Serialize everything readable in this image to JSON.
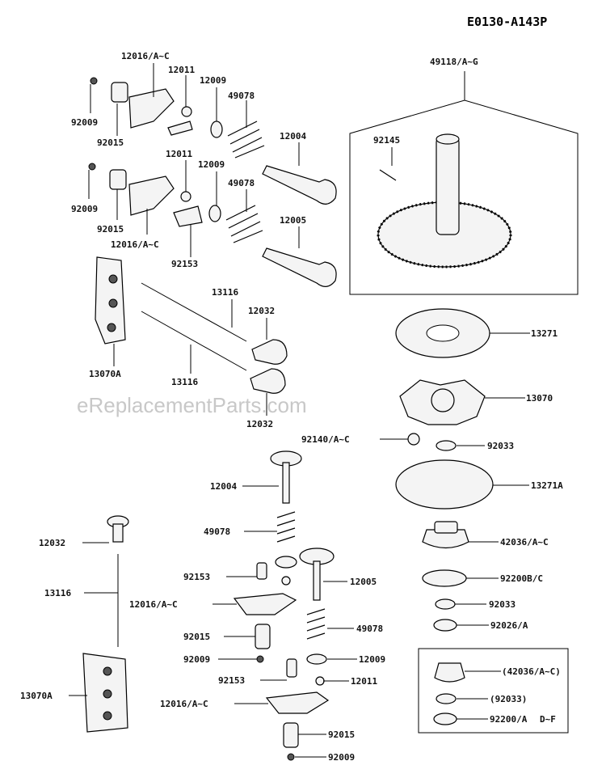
{
  "diagram_code": "E0130-A143P",
  "watermark": "eReplacementParts.com",
  "variant_note": "D~F",
  "labels": {
    "l_12016_top": "12016/A~C",
    "l_12011_top": "12011",
    "l_12009_top": "12009",
    "l_49078_top": "49078",
    "l_92009_a": "92009",
    "l_92015_a": "92015",
    "l_12004_top": "12004",
    "l_12011_b": "12011",
    "l_12009_b": "12009",
    "l_49078_b": "49078",
    "l_92009_b": "92009",
    "l_92015_b": "92015",
    "l_12005_top": "12005",
    "l_12016_b": "12016/A~C",
    "l_92153_top": "92153",
    "l_13116_top": "13116",
    "l_12032_top": "12032",
    "l_13070A_top": "13070A",
    "l_13116_b": "13116",
    "l_12032_b": "12032",
    "l_49118": "49118/A~G",
    "l_92145": "92145",
    "l_13271": "13271",
    "l_13070": "13070",
    "l_92140": "92140/A~C",
    "l_92033_a": "92033",
    "l_12004_bot": "12004",
    "l_13271A": "13271A",
    "l_49078_c": "49078",
    "l_12032_c": "12032",
    "l_42036": "42036/A~C",
    "l_92153_c": "92153",
    "l_12005_c": "12005",
    "l_92200B": "92200B/C",
    "l_13116_c": "13116",
    "l_12016_c": "12016/A~C",
    "l_92033_b": "92033",
    "l_92026": "92026/A",
    "l_92015_c": "92015",
    "l_49078_d": "49078",
    "l_92009_c": "92009",
    "l_12009_c": "12009",
    "l_92153_d": "92153",
    "l_12011_c": "12011",
    "l_13070A_b": "13070A",
    "l_12016_d": "12016/A~C",
    "l_92015_d": "92015",
    "l_92009_d": "92009",
    "l_42036_box": "(42036/A~C)",
    "l_92033_box": "(92033)",
    "l_92200_box": "92200/A"
  }
}
